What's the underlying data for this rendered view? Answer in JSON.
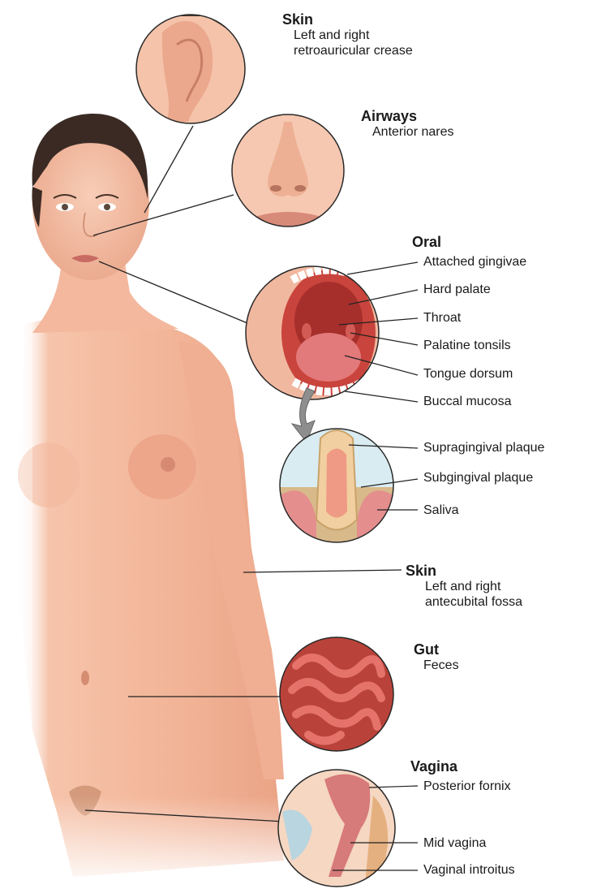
{
  "sections": {
    "skin_head": {
      "title": "Skin",
      "lines": [
        "Left and right",
        "retroauricular crease"
      ]
    },
    "airways": {
      "title": "Airways",
      "lines": [
        "Anterior nares"
      ]
    },
    "oral": {
      "title": "Oral",
      "sites": [
        "Attached gingivae",
        "Hard palate",
        "Throat",
        "Palatine tonsils",
        "Tongue dorsum",
        "Buccal mucosa"
      ]
    },
    "plaque": {
      "sites": [
        "Supragingival plaque",
        "Subgingival plaque",
        "Saliva"
      ]
    },
    "skin_arm": {
      "title": "Skin",
      "lines": [
        "Left and right",
        "antecubital fossa"
      ]
    },
    "gut": {
      "title": "Gut",
      "lines": [
        "Feces"
      ]
    },
    "vagina": {
      "title": "Vagina",
      "sites": [
        "Posterior fornix",
        "Mid vagina",
        "Vaginal introitus"
      ]
    }
  },
  "colors": {
    "skin_tone": "#f3b89e",
    "skin_shadow": "#e59b80",
    "hair": "#3b2a24",
    "tissue_red": "#c9443c",
    "gum_pink": "#e98a86",
    "circle_edge": "#2a2a2a"
  },
  "icons": [
    "ear-icon",
    "nose-icon",
    "open-mouth-icon",
    "tooth-icon",
    "intestine-icon",
    "pelvis-icon",
    "arrow-icon"
  ]
}
